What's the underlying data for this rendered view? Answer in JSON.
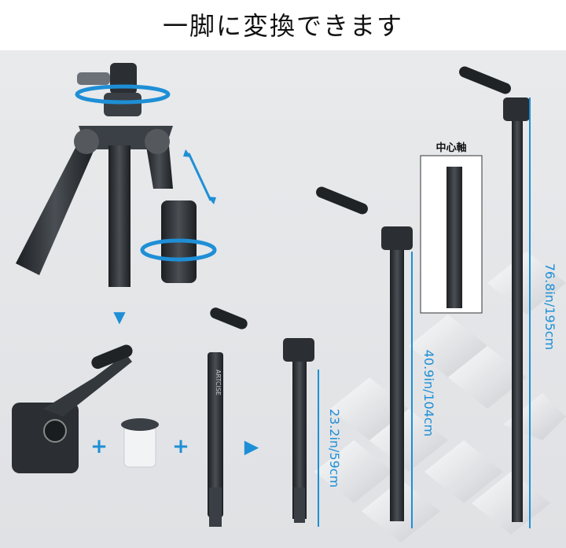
{
  "title": "一脚に変換できます",
  "inset_label": "中心軸",
  "dimensions": {
    "short": "23.2in/59cm",
    "mid": "40.9in/104cm",
    "tall": "76.8in/195cm"
  },
  "brand_mark": "ARTCISE",
  "symbols": {
    "plus": "+",
    "arrow_down": "▼",
    "arrow_right": "▶"
  },
  "colors": {
    "accent": "#1e8fd6",
    "background": "#e5e7ea",
    "metal": "#2b2f33"
  },
  "icons": [
    "rotate-arrow-icon",
    "double-arrow-icon",
    "plus-icon",
    "down-arrow-icon",
    "right-arrow-icon"
  ]
}
